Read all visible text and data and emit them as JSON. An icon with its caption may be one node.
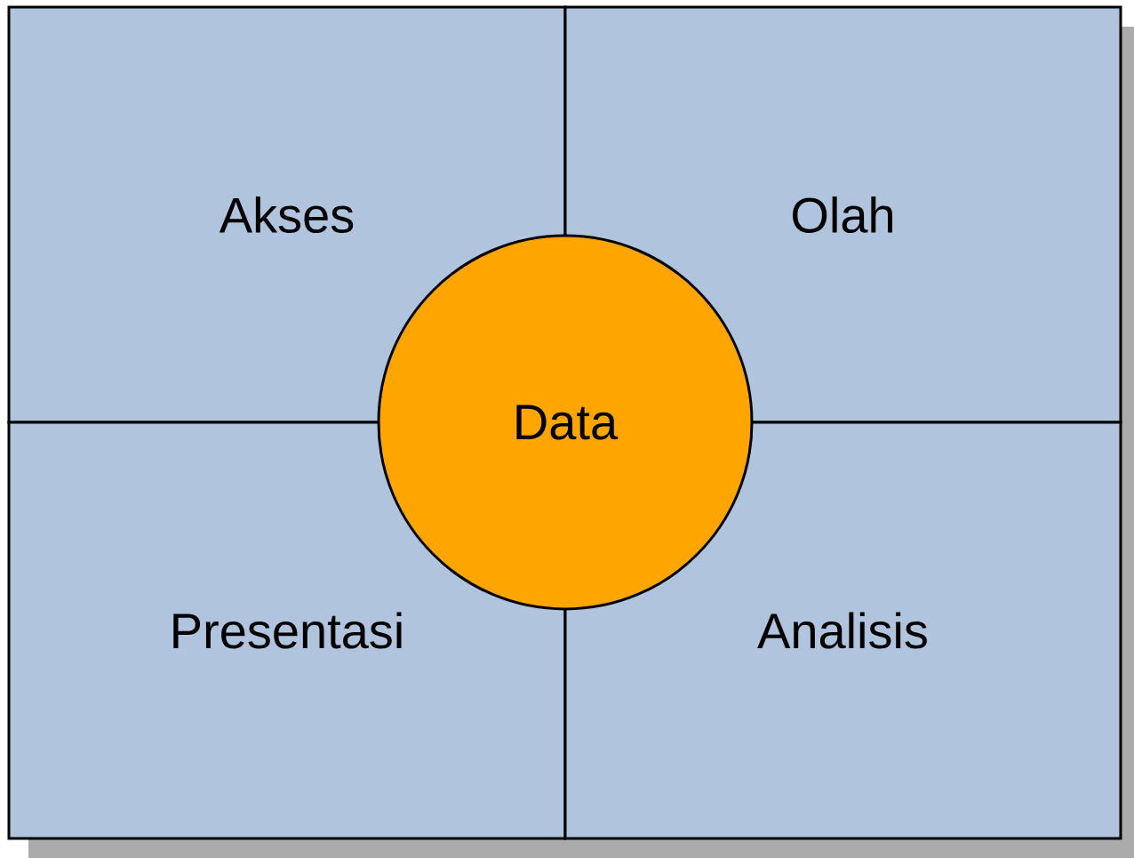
{
  "diagram": {
    "nodes": [
      {
        "text": [
          "Akses"
        ]
      },
      {
        "text": [
          "Olah"
        ]
      },
      {
        "text": [
          "Presentasi"
        ]
      },
      {
        "text": [
          "Analisis"
        ]
      },
      {
        "text": [
          "Data"
        ]
      }
    ]
  }
}
